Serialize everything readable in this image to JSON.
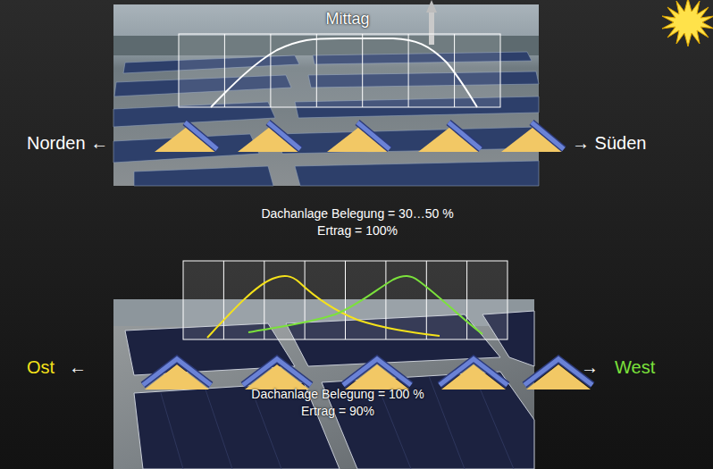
{
  "diagram": {
    "labels": [
      "Mittag",
      "Norden ←",
      "→ Süden",
      "Dachanlage Belegung = 30…50 %",
      "Ertrag = 100%",
      "Ost",
      "←",
      "→",
      "West",
      "Dachanlage Belegung = 100 %",
      "Ertrag = 90%"
    ]
  }
}
